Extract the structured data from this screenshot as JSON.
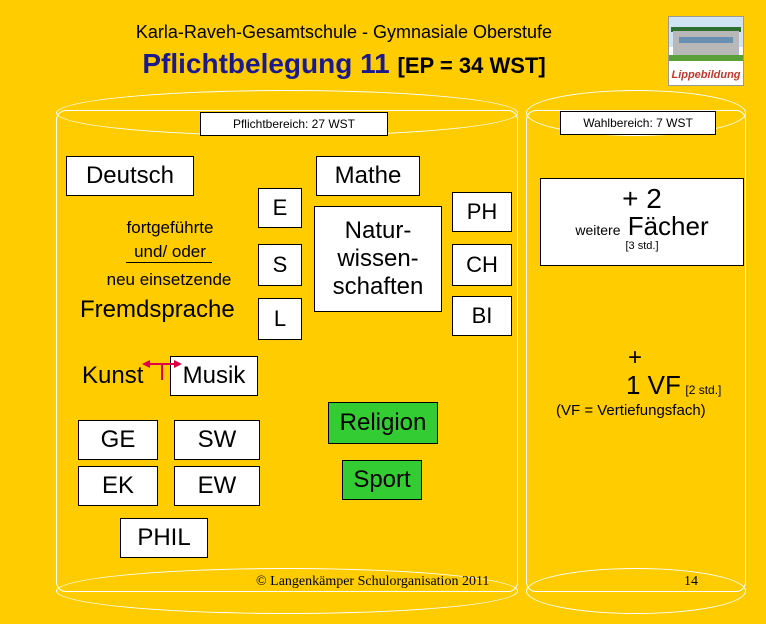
{
  "header": {
    "subtitle": "Karla-Raveh-Gesamtschule - Gymnasiale Oberstufe",
    "title_main": "Pflichtbelegung 11",
    "title_small": "[EP = 34 WST]",
    "logo_text": "Lippebildung"
  },
  "pflicht": {
    "header": "Pflichtbereich: 27 WST",
    "deutsch": "Deutsch",
    "mathe": "Mathe",
    "fortgefuehrte": "fortgeführte",
    "undoder": "und/ oder",
    "neu": "neu einsetzende",
    "fremdsprache": "Fremdsprache",
    "languages": [
      "E",
      "S",
      "L"
    ],
    "natur": [
      "Natur-",
      "wissen-",
      "schaften"
    ],
    "sciences": [
      "PH",
      "CH",
      "BI"
    ],
    "kunst": "Kunst",
    "musik": "Musik",
    "social": [
      "GE",
      "SW",
      "EK",
      "EW"
    ],
    "religion": "Religion",
    "sport": "Sport",
    "phil": "PHIL"
  },
  "wahl": {
    "header": "Wahlbereich: 7  WST",
    "plus2": "+ 2",
    "weitere": "weitere",
    "faecher": "Fächer",
    "std3": "[3 std.]",
    "plus": "+",
    "vf": "1 VF",
    "std2": "[2 std.]",
    "vf_note": "(VF = Vertiefungsfach)"
  },
  "footer": {
    "copyright": "© Langenkämper Schulorganisation 2011",
    "page": "14"
  },
  "colors": {
    "background": "#FFCC00",
    "green": "#33CC33",
    "title": "#1A1A8C",
    "arrow": "#E0004A"
  }
}
